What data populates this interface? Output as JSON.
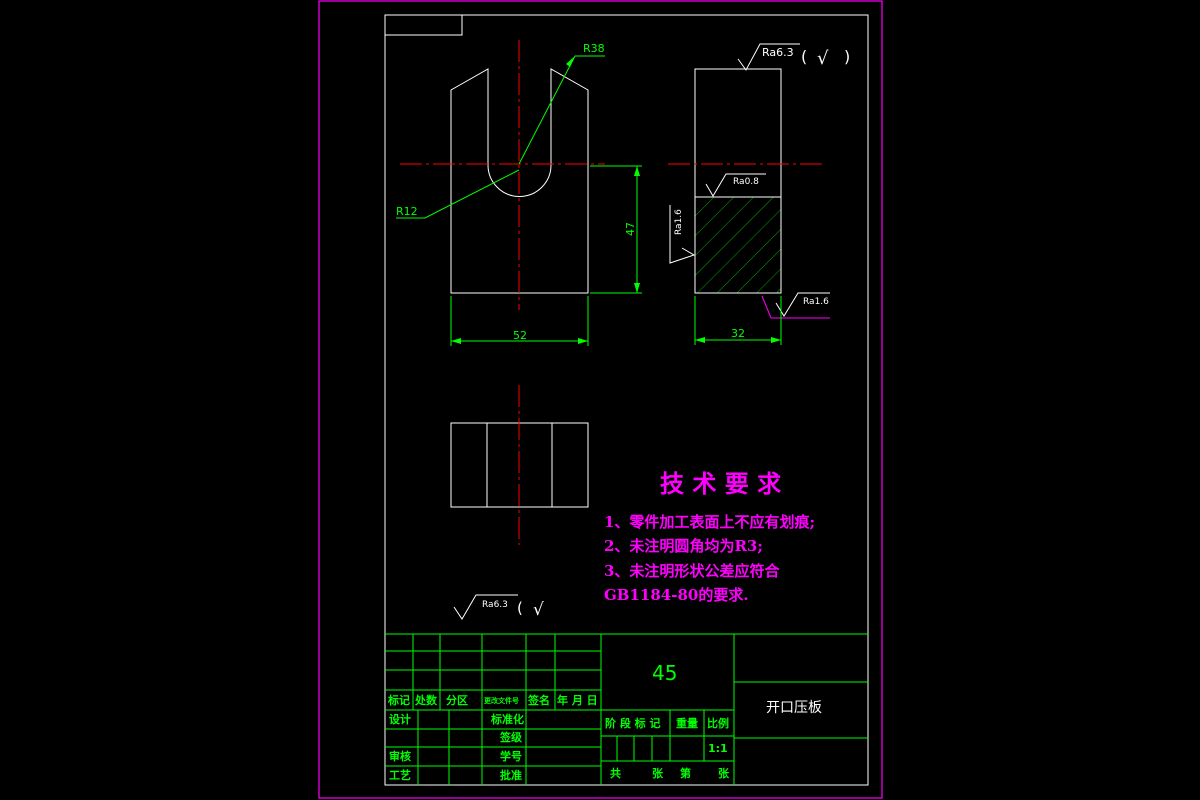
{
  "colors": {
    "background": "#000000",
    "frame": "#ff00ff",
    "outline": "#ffffff",
    "dimension": "#00ff00",
    "center_line": "#ff0000",
    "notes": "#ff00ff",
    "title_block": "#00ff00",
    "hatch": "#00aa00"
  },
  "dimensions": {
    "r38": "R38",
    "r12": "R12",
    "d47": "47",
    "d52": "52",
    "d32": "32"
  },
  "surface_finish": {
    "top_label": "Ra6.3",
    "top_paren_open": "(",
    "top_check": "√",
    "top_paren_close": ")",
    "ra08": "Ra0.8",
    "ra16_left": "Ra1.6",
    "ra16_right": "Ra1.6",
    "bottom_label": "Ra6.3",
    "bottom_paren_open": "(",
    "bottom_check": "√"
  },
  "tech_requirements": {
    "title": "技 术 要 求",
    "line1": "1、零件加工表面上不应有划痕;",
    "line2": "2、未注明圆角均为R3;",
    "line3": "3、未注明形状公差应符合",
    "line4": "GB1184-80的要求."
  },
  "title_block": {
    "material": "45",
    "part_name": "开口压板",
    "rev_mark": "标记",
    "rev_count": "处数",
    "rev_zone": "分区",
    "rev_doc": "更改文件号",
    "rev_sign": "签名",
    "rev_date": "年 月 日",
    "design": "设计",
    "standardize": "标准化",
    "review": "审核",
    "process": "工艺",
    "approve": "批准",
    "sign_label": "签级",
    "dept_label": "学号",
    "stage": "阶 段 标 记",
    "weight": "重量",
    "scale_label": "比例",
    "scale": "1:1",
    "sheet_total": "共",
    "sheet_unit": "张",
    "sheet_no": "第",
    "sheet_unit2": "张"
  }
}
